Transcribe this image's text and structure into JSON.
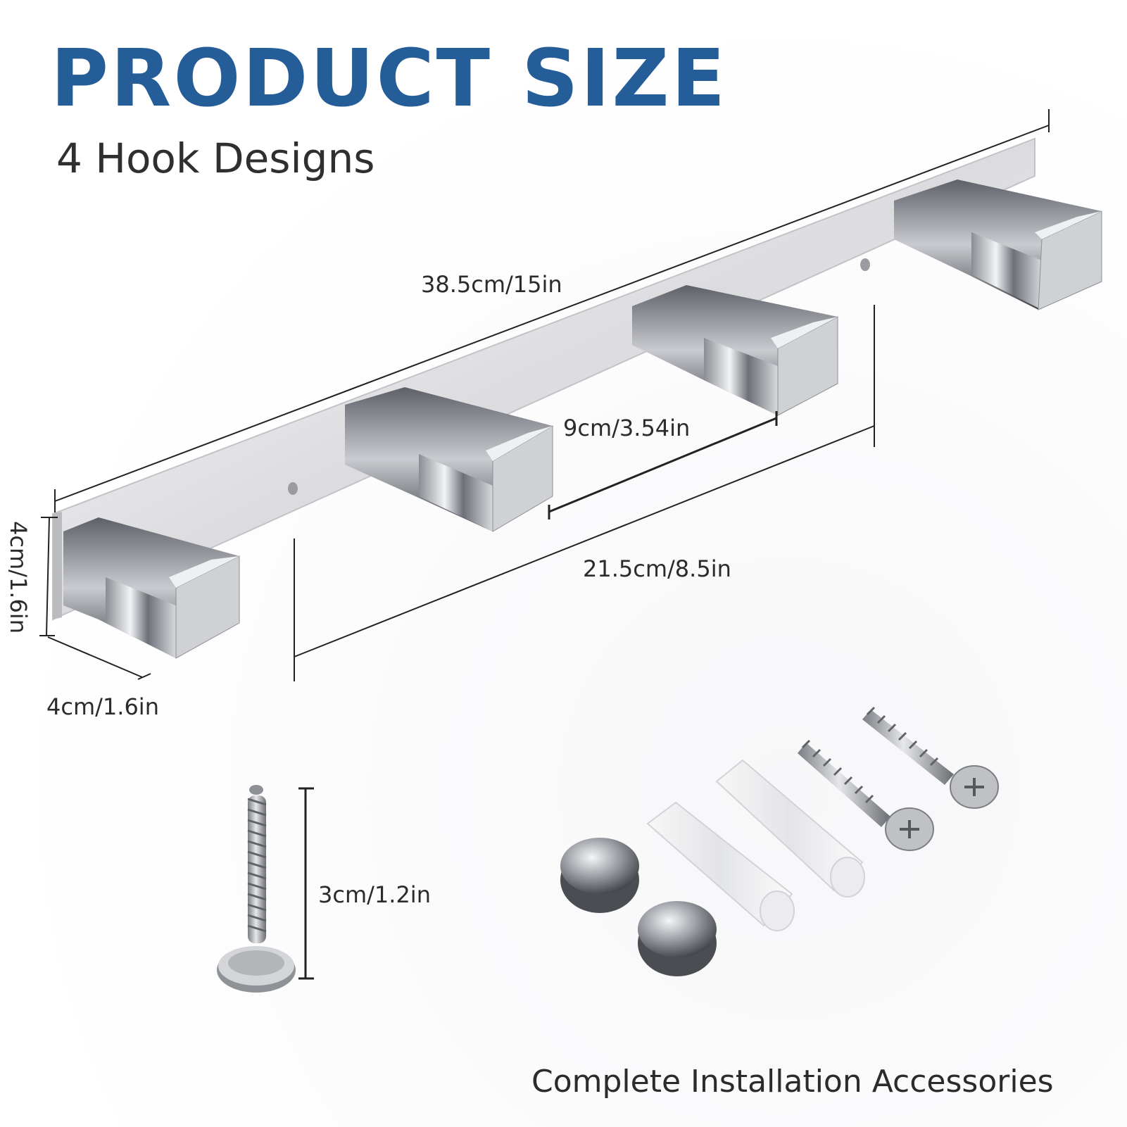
{
  "header": {
    "title": "PRODUCT SIZE",
    "subtitle": "4 Hook Designs"
  },
  "dimensions": {
    "total_length": "38.5cm/15in",
    "hook_spacing": "9cm/3.54in",
    "hole_spacing": "21.5cm/8.5in",
    "height": "4cm/1.6in",
    "depth": "4cm/1.6in",
    "screw_length": "3cm/1.2in"
  },
  "footer": {
    "caption": "Complete Installation Accessories"
  },
  "colors": {
    "title": "#245d97",
    "text": "#2b2b2b"
  }
}
